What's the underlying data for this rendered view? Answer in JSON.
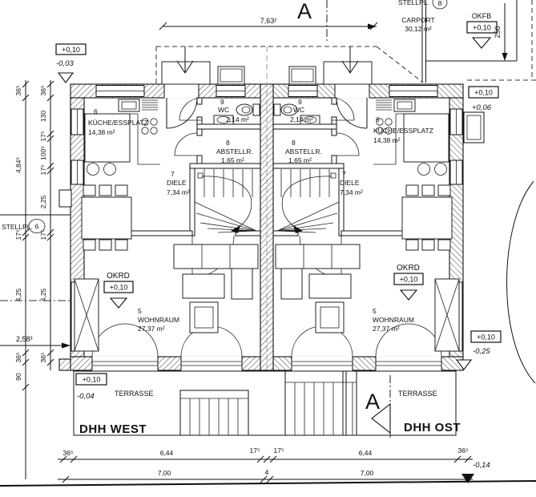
{
  "site": {
    "top_dim": "7,63²",
    "section_letter": "A",
    "carport": {
      "stellpl": "STELLPL.",
      "stellpl_no": "8",
      "name": "CARPORT",
      "area": "30,12 m²",
      "okfb": "OKFB",
      "level": "+0,10",
      "depth": "250"
    },
    "stellpl_left": {
      "label": "STELLPL.",
      "no": "6"
    },
    "left_boundary_dim": "2,58³",
    "ground_level": "-0,14"
  },
  "levels": {
    "nw_box": "+0,10",
    "nw_val": "-0,03",
    "ne_box": "+0,10",
    "ne_val": "+0,06",
    "se_box": "+0,10",
    "se_val": "-0,25",
    "sw_box": "+0,10",
    "sw_val": "-0,04"
  },
  "units": {
    "west": {
      "name": "DHH WEST",
      "terrasse": "TERRASSE",
      "okrd": "OKRD",
      "okrd_level": "+0,10",
      "kueche_no": "6",
      "kueche": "KÜCHE/ESSPLATZ",
      "kueche_area": "14,38 m²",
      "wc_no": "9",
      "wc": "WC",
      "wc_area": "2,14 m²",
      "abstell_no": "8",
      "abstell": "ABSTELLR.",
      "abstell_area": "1,65 m²",
      "diele_no": "7",
      "diele": "DIELE",
      "diele_area": "7,34 m²",
      "wohn_no": "5",
      "wohn": "WOHNRAUM",
      "wohn_area": "27,37 m²"
    },
    "east": {
      "name": "DHH OST",
      "terrasse": "TERRASSE",
      "okrd": "OKRD",
      "okrd_level": "+0,10",
      "kueche_no": "6",
      "kueche": "KÜCHE/ESSPLATZ",
      "kueche_area": "14,38 m²",
      "wc_no": "9",
      "wc": "WC",
      "wc_area": "2,14 m²",
      "abstell_no": "8",
      "abstell": "ABSTELLR.",
      "abstell_area": "1,65 m²",
      "diele_no": "7",
      "diele": "DIELE",
      "diele_area": "7,34 m²",
      "wohn_no": "5",
      "wohn": "WOHNRAUM",
      "wohn_area": "27,37 m²"
    }
  },
  "dims": {
    "left_outer": [
      "36⁵",
      "4,84⁵",
      "17⁵",
      "4,25",
      "36⁵",
      "90"
    ],
    "left_inner": [
      "36⁵",
      "130",
      "17⁵",
      "100⁵",
      "17⁵",
      "2,25",
      "17⁵",
      "4,25",
      "36⁵"
    ],
    "bottom_row1": [
      "36⁵",
      "6,44",
      "17⁵",
      "17⁵",
      "6,44",
      "36⁵"
    ],
    "bottom_row2": [
      "7,00",
      "4",
      "7,00"
    ]
  }
}
